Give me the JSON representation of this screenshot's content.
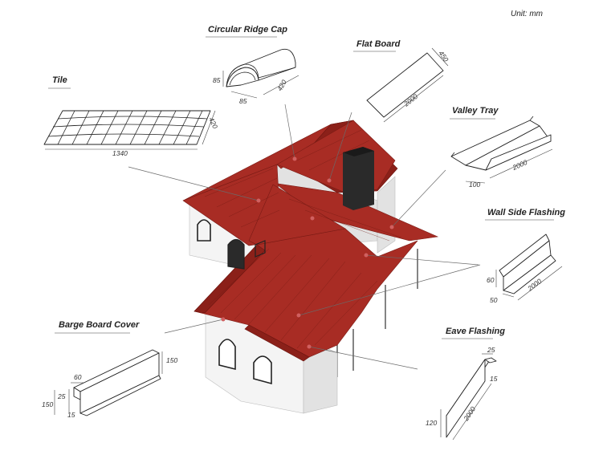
{
  "unit_label": "Unit: mm",
  "parts": [
    {
      "key": "ridge",
      "title": "Circular Ridge Cap",
      "icon": "ridge-cap-icon",
      "dims": [
        "85",
        "85",
        "420"
      ]
    },
    {
      "key": "flat",
      "title": "Flat Board",
      "icon": "flat-board-icon",
      "dims": [
        "450",
        "2000"
      ]
    },
    {
      "key": "tile",
      "title": "Tile",
      "icon": "tile-icon",
      "dims": [
        "420",
        "1340"
      ]
    },
    {
      "key": "valley",
      "title": "Valley Tray",
      "icon": "valley-tray-icon",
      "dims": [
        "100",
        "2000"
      ]
    },
    {
      "key": "wall",
      "title": "Wall Side Flashing",
      "icon": "wall-flashing-icon",
      "dims": [
        "60",
        "50",
        "2000"
      ]
    },
    {
      "key": "barge",
      "title": "Barge Board Cover",
      "icon": "barge-board-icon",
      "dims": [
        "60",
        "25",
        "150",
        "15",
        "150"
      ]
    },
    {
      "key": "eave",
      "title": "Eave Flashing",
      "icon": "eave-flashing-icon",
      "dims": [
        "25",
        "15",
        "120",
        "2000"
      ]
    }
  ],
  "colors": {
    "roof": "#a82c24",
    "roof_dark": "#8b2019",
    "wall": "#f4f4f4",
    "chimney": "#2a2a2a",
    "leader_dot": "#d06060"
  }
}
